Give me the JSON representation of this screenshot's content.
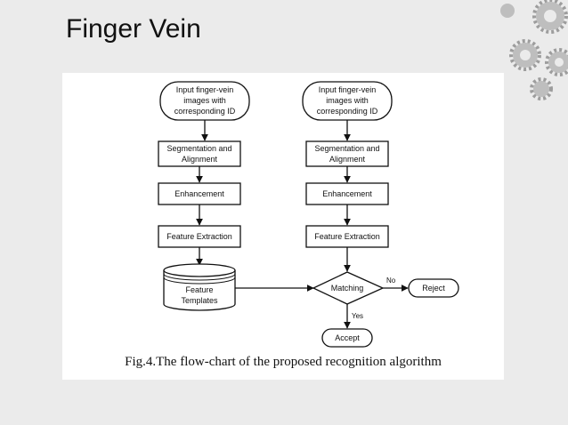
{
  "slide": {
    "title": "Finger Vein"
  },
  "flowchart": {
    "enroll_input": [
      "Input finger-vein",
      "images with",
      "corresponding ID"
    ],
    "enroll_segmentation": [
      "Segmentation and",
      "Alignment"
    ],
    "enroll_enhancement": "Enhancement",
    "enroll_feature_extraction": "Feature Extraction",
    "feature_templates": [
      "Feature",
      "Templates"
    ],
    "query_input": [
      "Input finger-vein",
      "images with",
      "corresponding ID"
    ],
    "query_segmentation": [
      "Segmentation and",
      "Alignment"
    ],
    "query_enhancement": "Enhancement",
    "query_feature_extraction": "Feature Extraction",
    "matching": "Matching",
    "reject": "Reject",
    "accept": "Accept",
    "label_no": "No",
    "label_yes": "Yes",
    "caption": "Fig.4.The flow-chart of the proposed recognition algorithm"
  }
}
